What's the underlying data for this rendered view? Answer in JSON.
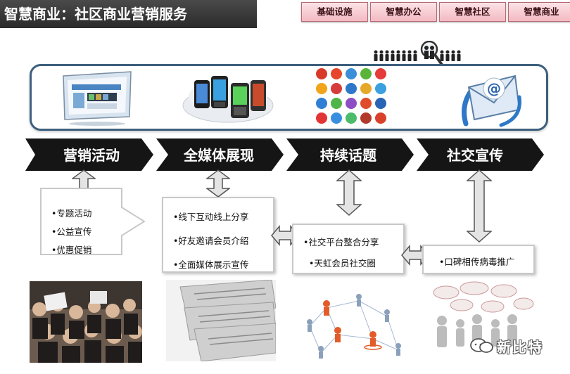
{
  "title": "智慧商业：社区商业营销服务",
  "tabs": [
    "基础设施",
    "智慧办公",
    "智慧社区",
    "智慧商业"
  ],
  "stages": [
    "营销活动",
    "全媒体展现",
    "持续话题",
    "社交宣传"
  ],
  "boxes": [
    {
      "items": [
        "•专题活动",
        "•公益宣传",
        "•优惠促销"
      ]
    },
    {
      "items": [
        "•线下互动线上分享",
        "•好友邀请会员介绍",
        "•全面媒体展示宣传"
      ]
    },
    {
      "items": [
        "•社交平台整合分享",
        "•天虹会员社交圈"
      ]
    },
    {
      "items": [
        "•口碑相传病毒推广"
      ]
    }
  ],
  "watermark": "新比特",
  "colors": {
    "band_border": "#3d5f7d",
    "tab_fill": "#f3b9c2",
    "chevron": "#111111"
  }
}
